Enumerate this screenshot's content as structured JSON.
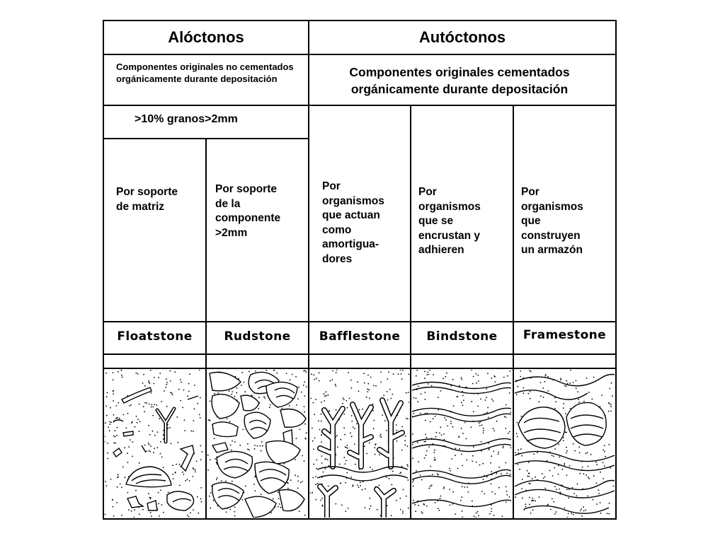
{
  "headers": {
    "aloctonos": "Alóctonos",
    "autoctonos": "Autóctonos"
  },
  "descriptions": {
    "aloctonos": "Componentes originales no cementados orgánicamente durante depositación",
    "autoctonos_line1": "Componentes originales cementados",
    "autoctonos_line2": "orgánicamente durante depositación",
    "granos": ">10% granos>2mm"
  },
  "columns": [
    {
      "desc": [
        "Por soporte",
        "de matriz"
      ],
      "name": "Floatstone"
    },
    {
      "desc": [
        "Por soporte",
        "de la",
        "componente",
        ">2mm"
      ],
      "name": "Rudstone"
    },
    {
      "desc": [
        "Por",
        "organismos",
        "que actuan",
        "como",
        "amortigua-",
        "dores"
      ],
      "name": "Bafflestone"
    },
    {
      "desc": [
        "Por",
        "organismos",
        "que se",
        "encrustan y",
        "adhieren"
      ],
      "name": "Bindstone"
    },
    {
      "desc": [
        "Por",
        "organismos",
        "que",
        "construyen",
        "un armazón"
      ],
      "name": "Framestone"
    }
  ]
}
